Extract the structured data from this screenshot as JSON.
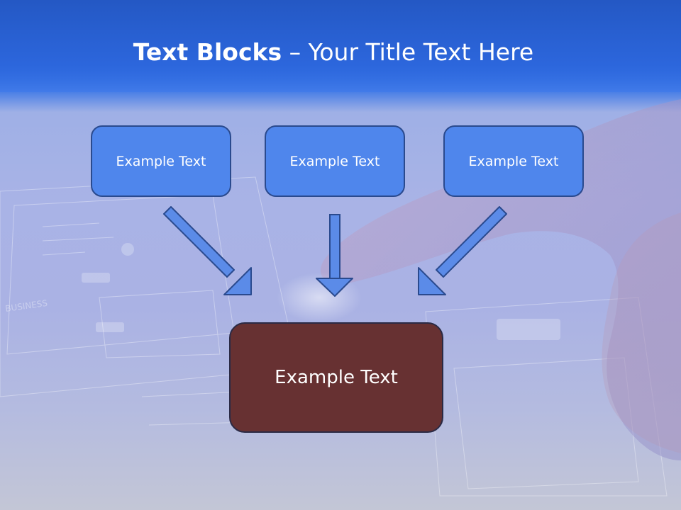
{
  "title": {
    "bold": "Text Blocks",
    "dash": " – ",
    "rest": "Your Title Text Here"
  },
  "boxes": [
    {
      "label": "Example Text"
    },
    {
      "label": "Example Text"
    },
    {
      "label": "Example Text"
    }
  ],
  "bottom_box": {
    "label": "Example Text"
  },
  "background": {
    "watermark_text": "BUSINESS"
  },
  "colors": {
    "top_box_fill": "#4f86ec",
    "bottom_box_fill": "#673132",
    "arrow_fill": "#5b8be8",
    "header_blue": "#2c66dc"
  }
}
